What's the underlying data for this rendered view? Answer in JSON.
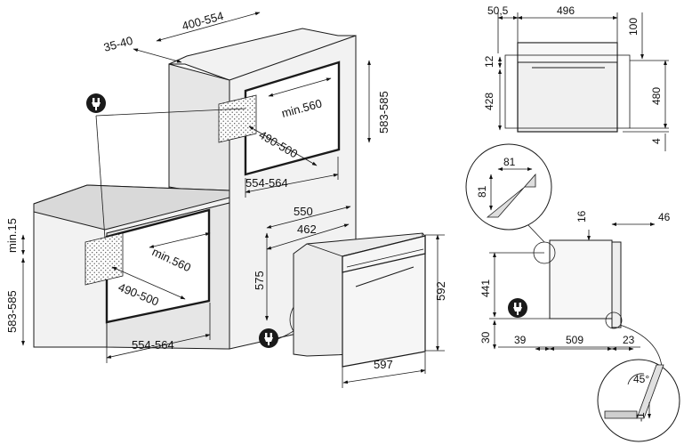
{
  "diagram": {
    "niche_upper": {
      "depth": "400-554",
      "offset": "35-40",
      "height": "583-585",
      "inner_depth": "min.560",
      "inner_height": "490-500",
      "width": "554-564"
    },
    "niche_lower": {
      "top_offset": "min.15",
      "height": "583-585",
      "inner_depth": "min.560",
      "inner_height": "490-500",
      "width": "554-564"
    },
    "oven": {
      "depth_total": "550",
      "depth_body": "462",
      "height_body": "575",
      "height_front": "592",
      "width_front": "597"
    },
    "front_view": {
      "left_offset": "50,5",
      "width": "496",
      "top": "100",
      "panel": "12",
      "door": "428",
      "height": "480",
      "bottom": "4"
    },
    "side_view": {
      "detail_a": "81",
      "detail_b": "81",
      "top_gap": "16",
      "rear": "46",
      "height": "441",
      "base": "30",
      "front": "39",
      "depth": "509",
      "door": "23",
      "angle": "45°",
      "step": "-1"
    },
    "icons": {
      "plug_1": "plug-icon",
      "plug_2": "plug-icon",
      "plug_3": "plug-icon"
    }
  }
}
